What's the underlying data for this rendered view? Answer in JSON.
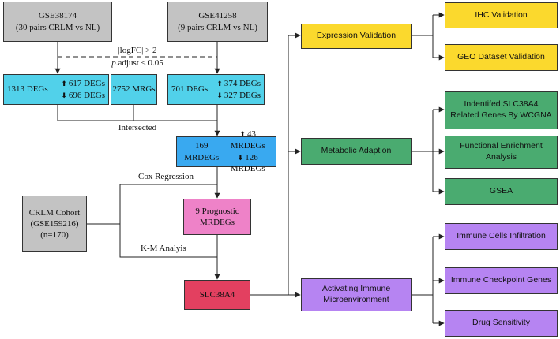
{
  "colors": {
    "gray": "#c3c3c3",
    "cyan": "#51d1ea",
    "blue": "#39a9f0",
    "pink": "#ee82c8",
    "red": "#e34060",
    "yellow": "#fbd92d",
    "green": "#4aab70",
    "purple": "#b684f2"
  },
  "nodes": {
    "gse38174": {
      "line1": "GSE38174",
      "line2": "(30 pairs CRLM vs NL)"
    },
    "gse41258": {
      "line1": "GSE41258",
      "line2": "(9 pairs CRLM vs NL)"
    },
    "degs_left": {
      "total": "1313 DEGs",
      "up": "617 DEGs",
      "down": "696 DEGs",
      "up_icon": "arrow-up-icon",
      "down_icon": "arrow-down-icon"
    },
    "mrgs": {
      "text": "2752 MRGs"
    },
    "degs_right": {
      "total": "701 DEGs",
      "up": "374 DEGs",
      "down": "327 DEGs"
    },
    "mrdegs": {
      "total": "169 MRDEGs",
      "up": "43 MRDEGs",
      "down": "126 MRDEGs"
    },
    "cohort": {
      "line1": "CRLM Cohort",
      "line2": "(GSE159216)",
      "line3": "(n=170)"
    },
    "prognostic": {
      "line1": "9 Prognostic",
      "line2": "MRDEGs"
    },
    "slc": {
      "text": "SLC38A4"
    },
    "expression": {
      "text": "Expression Validation"
    },
    "metabolic": {
      "text": "Metabolic Adaption"
    },
    "immune": {
      "line1": "Activating Immune",
      "line2": "Microenvironment"
    },
    "ihc": {
      "text": "IHC Validation"
    },
    "geo": {
      "text": "GEO Dataset Validation"
    },
    "wgcna": {
      "line1": "Indentifed SLC38A4",
      "line2": "Related Genes By WCGNA"
    },
    "enrichment": {
      "line1": "Functional Enrichment",
      "line2": "Analysis"
    },
    "gsea": {
      "text": "GSEA"
    },
    "infiltration": {
      "text": "Immune Cells Infiltration"
    },
    "checkpoint": {
      "text": "Immune Checkpoint Genes"
    },
    "drug": {
      "text": "Drug Sensitivity"
    }
  },
  "labels": {
    "logfc": "|logFC| > 2",
    "padjust_p": "p",
    "padjust_rest": ".adjust < 0.05",
    "intersected": "Intersected",
    "cox": "Cox Regression",
    "km": "K-M Analyis"
  }
}
